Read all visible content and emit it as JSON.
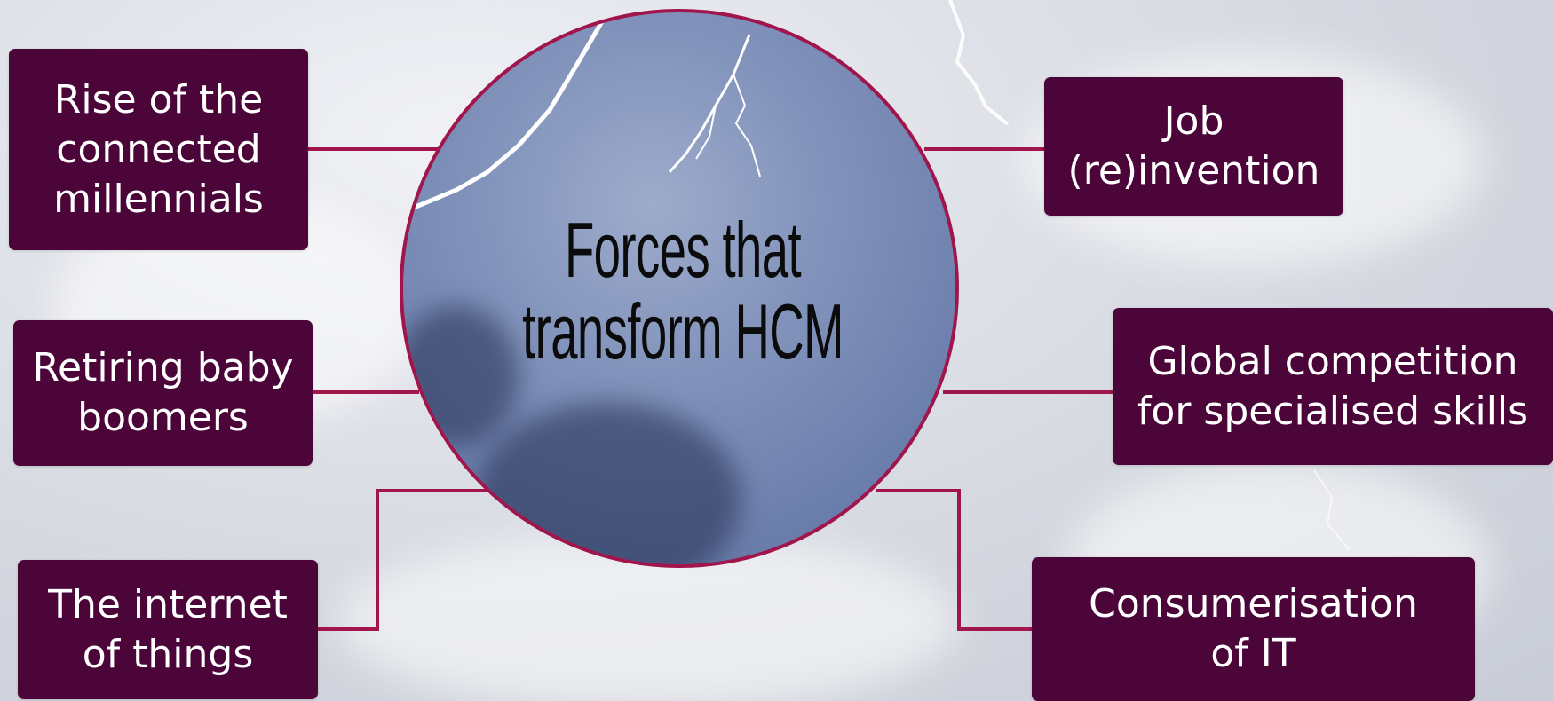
{
  "diagram": {
    "center": {
      "lines": [
        "Forces that",
        "transform HCM"
      ]
    },
    "forces": [
      {
        "id": "millennials",
        "lines": [
          "Rise of the",
          "connected",
          "millennials"
        ]
      },
      {
        "id": "boomers",
        "lines": [
          "Retiring baby",
          "boomers"
        ]
      },
      {
        "id": "iot",
        "lines": [
          "The internet",
          "of things"
        ]
      },
      {
        "id": "job",
        "lines": [
          "Job",
          "(re)invention"
        ]
      },
      {
        "id": "global",
        "lines": [
          "Global competition",
          "for specialised skills"
        ]
      },
      {
        "id": "consumerisation",
        "lines": [
          "Consumerisation",
          "of IT"
        ]
      }
    ],
    "colors": {
      "node_fill": "#4b0538",
      "connector": "#a0154c",
      "hub_ring": "#a0154c",
      "hub_text": "#0b0b0c",
      "node_text": "#ffffff"
    }
  }
}
